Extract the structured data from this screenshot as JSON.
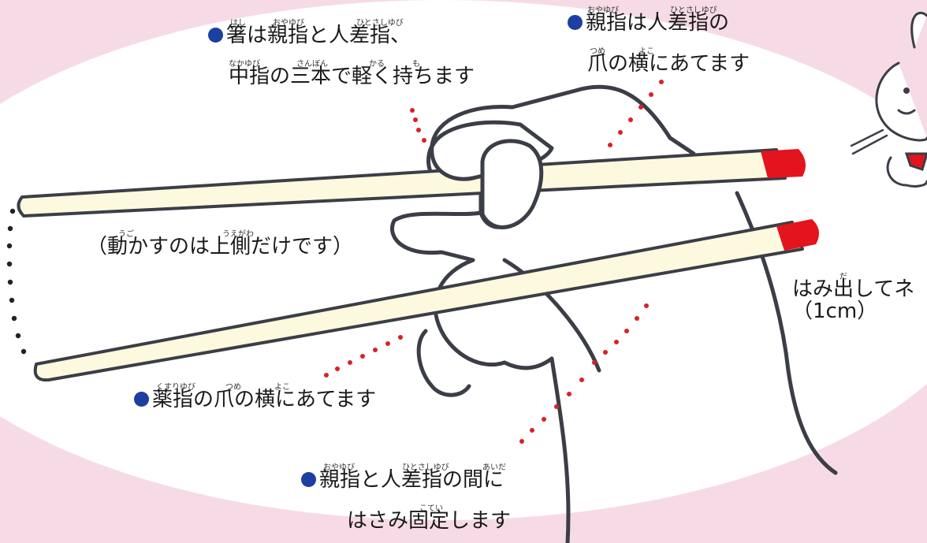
{
  "callouts": {
    "hold_line1": "箸は親指と人差指、",
    "hold_line2": "中指の三本で軽く持ちます",
    "thumb_line1": "親指は人差指の",
    "thumb_line2": "爪の横にあてます",
    "move_note": "（動かすのは上側だけです）",
    "stick_out_line1": "はみ出してネ",
    "stick_out_line2": "（1cm）",
    "ring_line": "薬指の爪の横にあてます",
    "fix_line1": "親指と人差指の間に",
    "fix_line2": "はさみ固定します"
  },
  "furigana": {
    "hashi": "はし",
    "oyayubi": "おやゆび",
    "hitosashiyubi": "ひとさしゆび",
    "nakayubi": "なかゆび",
    "sanbon": "さんぼん",
    "karu": "かる",
    "mo": "も",
    "tsume": "つめ",
    "yoko": "よこ",
    "ugo": "うご",
    "uegawa": "うえがわ",
    "da": "だ",
    "kusuriyubi": "くすりゆび",
    "aida": "あいだ",
    "kotei": "こてい"
  },
  "colors": {
    "background": "#f6dbe6",
    "oval": "#ffffff",
    "bullet": "#1d3fa0",
    "chopstick": "#fdf9df",
    "chopstick_tip": "#e3141d",
    "outline": "#3b3e46",
    "dots": "#d9202a"
  }
}
